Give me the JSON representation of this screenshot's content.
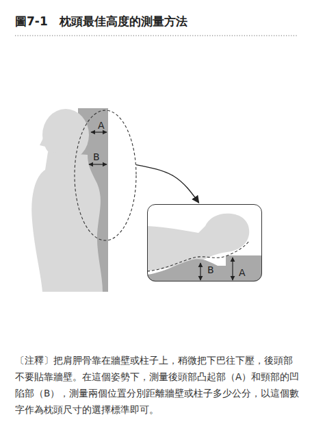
{
  "diagram": {
    "title": "圖7-1　枕頭最佳高度的測量方法",
    "caption": "〔注釋〕把肩胛骨靠在牆壁或柱子上，稍微把下巴往下壓，後頭部不要貼靠牆壁。在這個姿勢下，測量後頭部凸起部（A）和頸部的凹陷部（B），測量兩個位置分別距離牆壁或柱子多少公分，以這個數字作為枕頭尺寸的選擇標準即可。",
    "nodes": [
      {
        "text": [
          "A",
          "B"
        ]
      },
      {
        "text": [
          "B",
          "A"
        ]
      }
    ],
    "edges": [
      {
        "from": 0,
        "to": 1,
        "arrow": "to"
      }
    ]
  }
}
